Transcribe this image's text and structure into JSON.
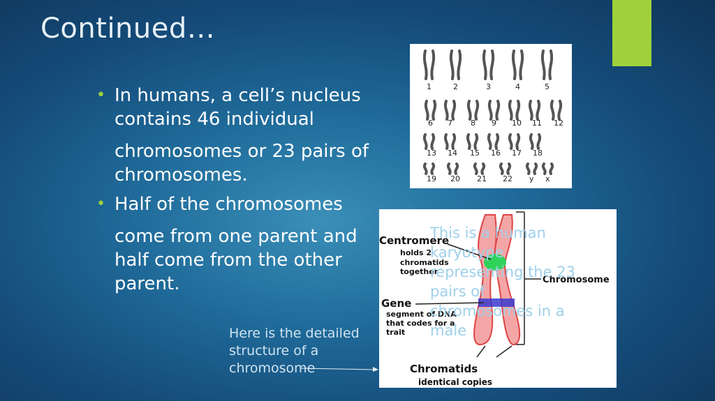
{
  "slide": {
    "title": "Continued…",
    "accent_color": "#9fd23a"
  },
  "bullets": [
    {
      "line1": "In humans, a cell’s nucleus contains 46 individual",
      "line2": "chromosomes or 23 pairs of chromosomes."
    },
    {
      "line1": "Half of the chromosomes",
      "line2": "come from one parent and half come from the other parent."
    }
  ],
  "karyotype": {
    "labels": [
      "1",
      "2",
      "3",
      "4",
      "5",
      "6",
      "7",
      "8",
      "9",
      "10",
      "11",
      "12",
      "13",
      "14",
      "15",
      "16",
      "17",
      "18",
      "19",
      "20",
      "21",
      "22",
      "y",
      "x"
    ]
  },
  "chromosome_diagram": {
    "centromere_label": "Centromere",
    "centromere_desc_1": "holds 2",
    "centromere_desc_2": "chromatids",
    "centromere_desc_3": "together",
    "gene_label": "Gene",
    "gene_desc_1": "segment of DNA",
    "gene_desc_2": "that codes for a",
    "gene_desc_3": "trait",
    "chromosome_label": "Chromosome",
    "chromatids_label": "Chromatids",
    "chromatids_desc": "identical copies"
  },
  "overlay_text": "This is a human karyotype representing the 23 pairs of chromosomes in a male",
  "caption": "Here is the detailed structure of a chromosome"
}
